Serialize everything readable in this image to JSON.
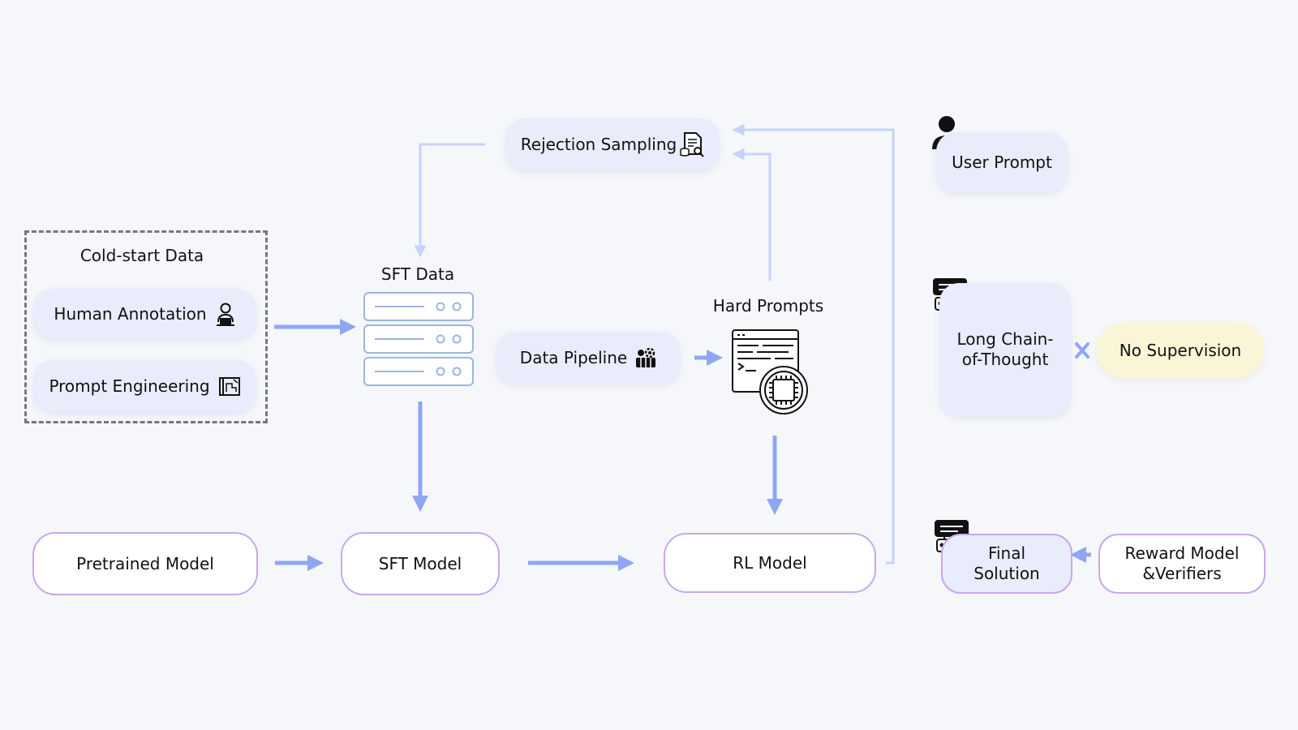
{
  "colors": {
    "arrow": "#8fa6f2",
    "arrow_light": "#c7d3f7",
    "pill_soft": "#e9ecfb",
    "pill_outline": "#c9a6ef",
    "pill_yellow": "#fbf5d8",
    "background": "#f6f7fb"
  },
  "nodes": {
    "cold_start_title": "Cold-start Data",
    "human_annotation": "Human Annotation",
    "prompt_engineering": "Prompt Engineering",
    "sft_data": "SFT Data",
    "rejection_sampling": "Rejection Sampling",
    "data_pipeline": "Data Pipeline",
    "hard_prompts": "Hard Prompts",
    "pretrained_model": "Pretrained Model",
    "sft_model": "SFT Model",
    "rl_model": "RL Model"
  },
  "legend": {
    "user_prompt": "User Prompt",
    "long_cot_line1": "Long Chain-",
    "long_cot_line2": "of-Thought",
    "no_supervision": "No Supervision",
    "final_solution_line1": "Final",
    "final_solution_line2": "Solution",
    "reward_model_line1": "Reward Model",
    "reward_model_line2": "&Verifiers"
  },
  "icons": {
    "human_annotation": "person-laptop-icon",
    "prompt_engineering": "blueprint-icon",
    "sft_data": "server-stack-icon",
    "rejection_sampling": "document-search-icon",
    "data_pipeline": "gears-database-icon",
    "hard_prompts": "code-window-ai-chip-icon",
    "user_prompt": "user-icon",
    "long_cot": "robot-chat-icon",
    "final_solution": "robot-chat-icon",
    "no_supervision_link": "cross-icon"
  }
}
